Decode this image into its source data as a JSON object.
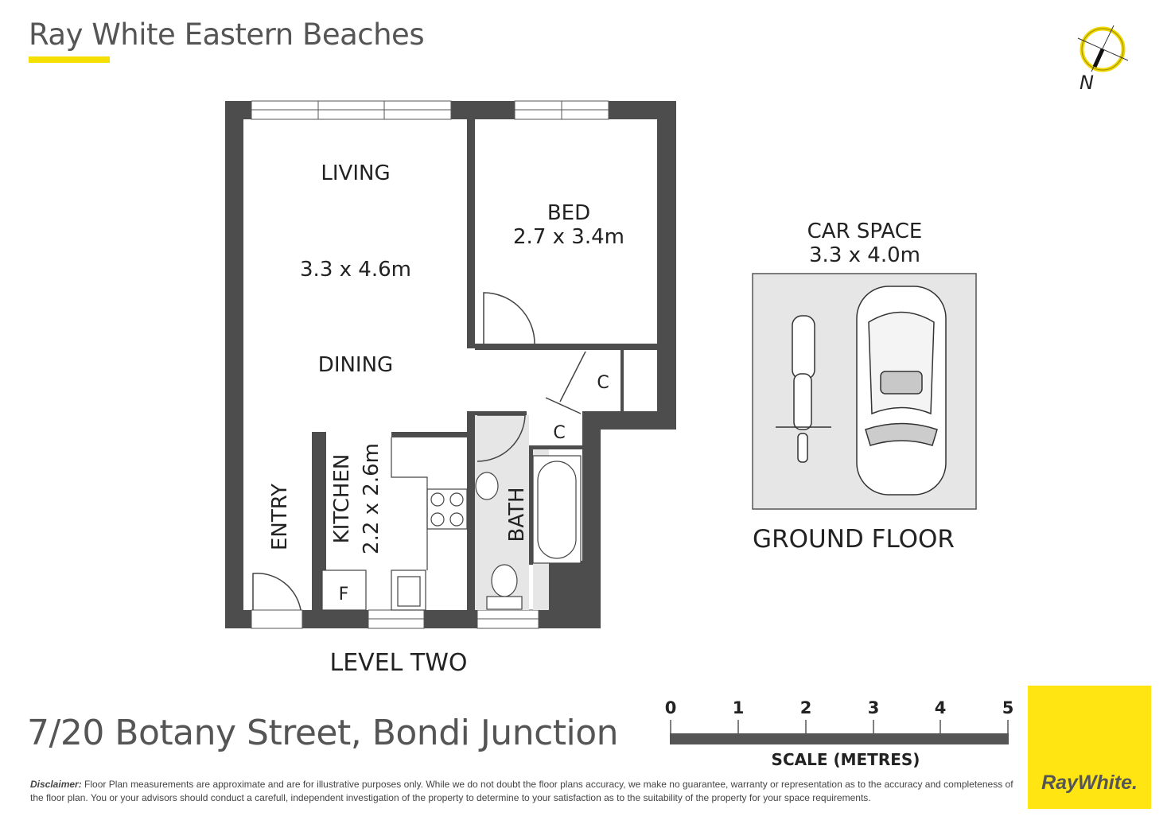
{
  "header": {
    "agency": "Ray White Eastern Beaches",
    "compass_label": "N"
  },
  "rooms": {
    "living": "LIVING",
    "living_dims": "3.3 x 4.6m",
    "dining": "DINING",
    "bed": "BED",
    "bed_dims": "2.7 x 3.4m",
    "closet1": "C",
    "closet2": "C",
    "entry": "ENTRY",
    "kitchen": "KITCHEN",
    "kitchen_dims": "2.2 x 2.6m",
    "bath": "BATH",
    "fridge": "F"
  },
  "level_label": "LEVEL TWO",
  "car_space": {
    "title": "CAR SPACE",
    "dims": "3.3 x 4.0m"
  },
  "ground_label": "GROUND FLOOR",
  "address": "7/20 Botany Street, Bondi Junction",
  "scale": {
    "ticks": [
      "0",
      "1",
      "2",
      "3",
      "4",
      "5"
    ],
    "label": "SCALE (METRES)"
  },
  "disclaimer": {
    "lead": "Disclaimer:",
    "text": " Floor Plan measurements are approximate and are for illustrative purposes only. While we do not doubt the  floor  plans  accuracy,  we make no guarantee, warranty or representation as to the accuracy and completeness of the floor plan.  You  or  your  advisors  should  conduct a carefull, independent investigation of the property to determine to your satisfaction as to the suitability of the property for your space requirements."
  },
  "logo": "RayWhite.",
  "colors": {
    "wall": "#4d4d4d",
    "brand_yellow": "#ffe512",
    "car_bg": "#e6e6e6"
  }
}
